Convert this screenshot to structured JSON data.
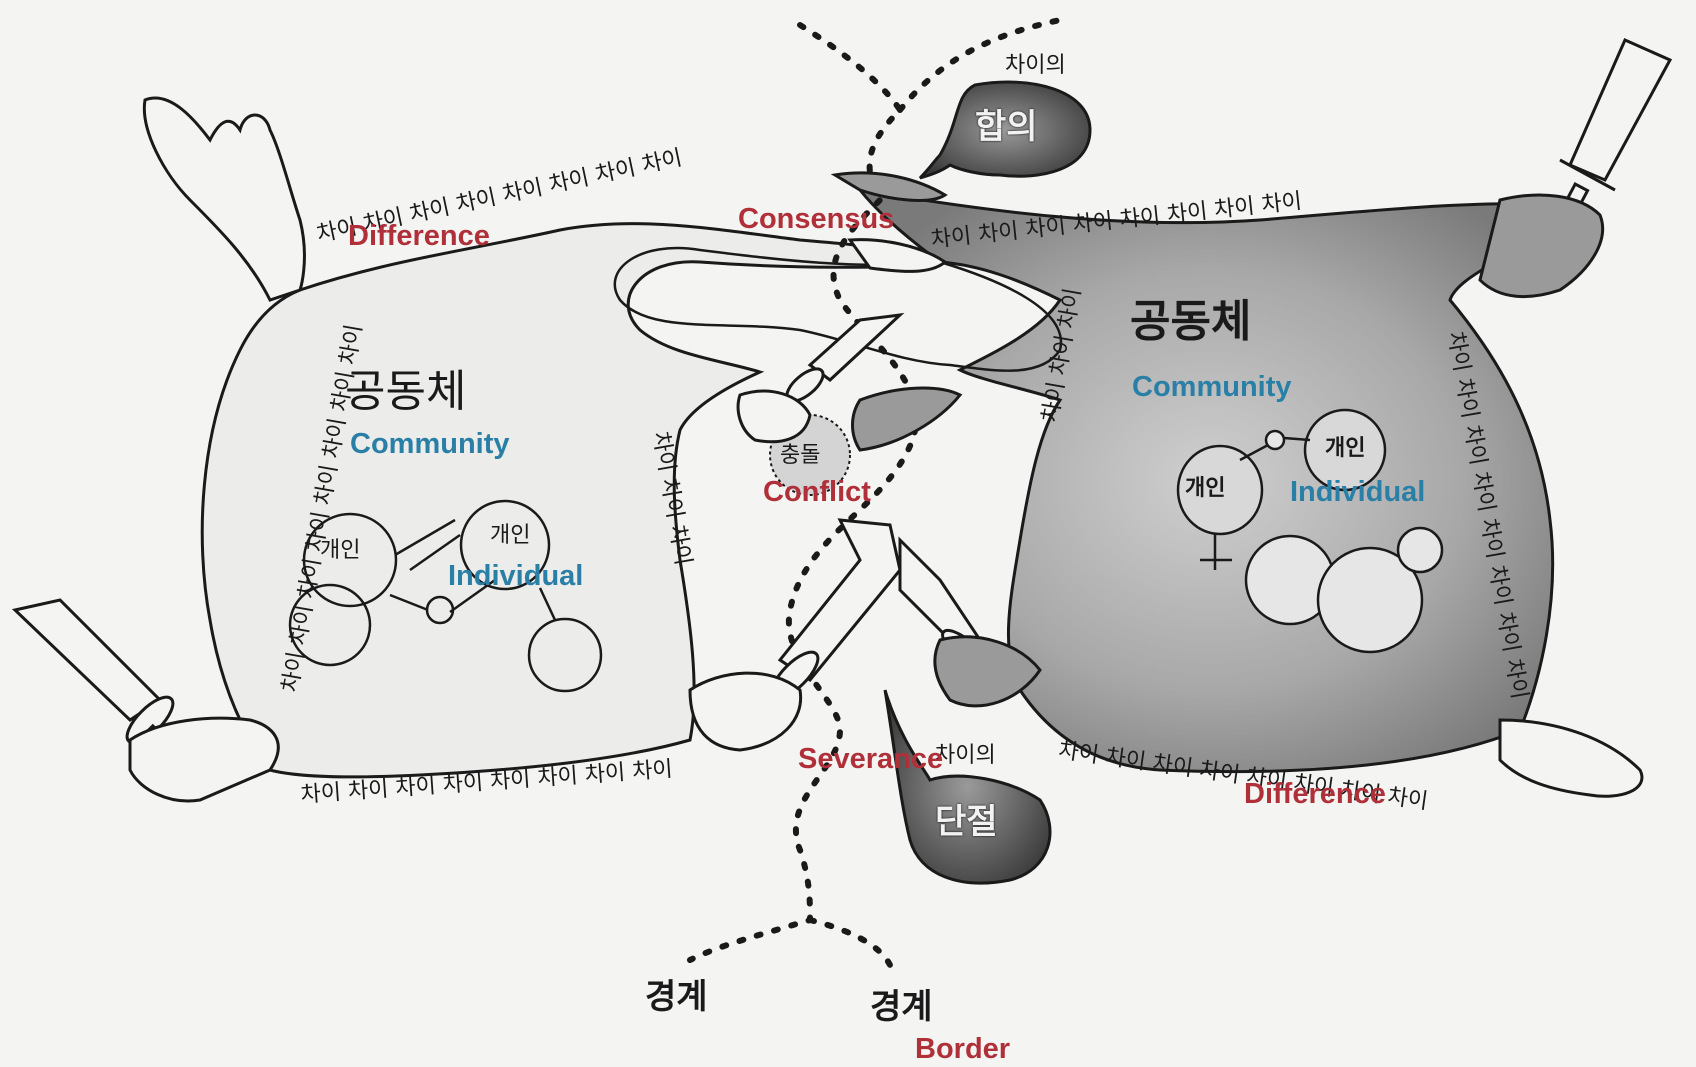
{
  "labels_en": {
    "difference_top": "Difference",
    "consensus": "Consensus",
    "community_left": "Community",
    "individual_left": "Individual",
    "conflict": "Conflict",
    "community_right": "Community",
    "individual_right": "Individual",
    "severance": "Severance",
    "difference_bottom": "Difference",
    "border": "Border"
  },
  "labels_kr": {
    "community_left": "공동체",
    "individual_left_a": "개인",
    "individual_left_b": "개인",
    "conflict": "충돌",
    "consensus_small": "차이의",
    "consensus": "합의",
    "community_right": "공동체",
    "individual_right_a": "개인",
    "individual_right_b": "개인",
    "severance_small": "차이의",
    "severance": "단절",
    "border_a": "경계",
    "border_b": "경계"
  },
  "border_text": {
    "difference_repeat": "차이 차이 차이 차이 차이 차이 차이 차이",
    "difference_short": "차이 차이 차이"
  },
  "colors": {
    "difference": "#b0303a",
    "community": "#2a7fa6",
    "ink": "#1a1a1a",
    "shade": "#9a9a9a"
  }
}
